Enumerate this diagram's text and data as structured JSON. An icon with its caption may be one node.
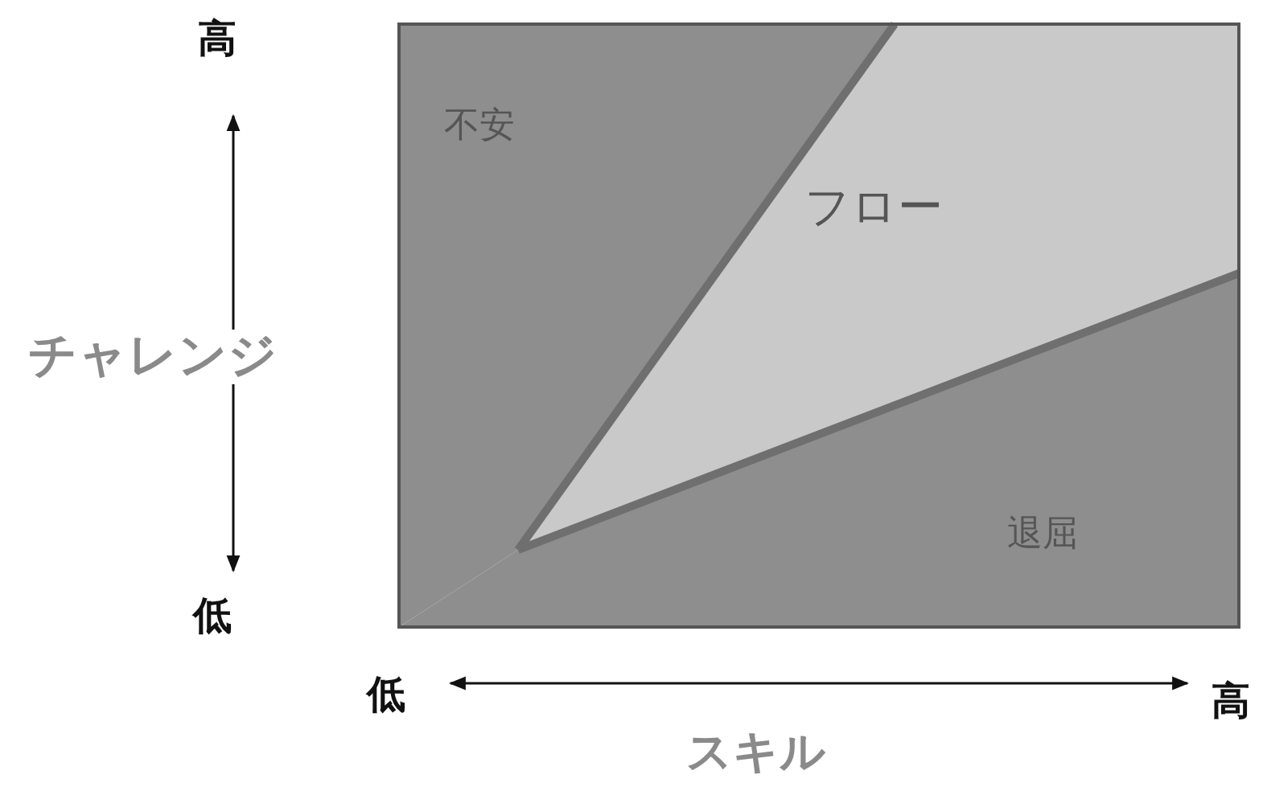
{
  "diagram": {
    "nodes": [
      {
        "text": [
          "不安"
        ]
      },
      {
        "text": [
          "フロー"
        ]
      },
      {
        "text": [
          "退屈"
        ]
      }
    ],
    "labels": [
      "高",
      "チャレンジ",
      "低",
      "低",
      "高",
      "スキル"
    ]
  }
}
